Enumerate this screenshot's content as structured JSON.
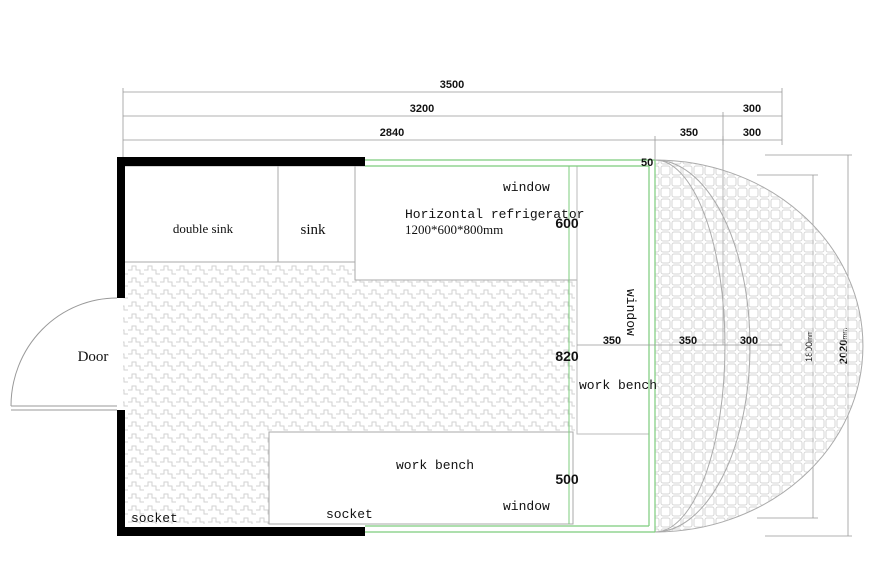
{
  "dimensions": {
    "total_width": "3500",
    "inner_width": "3200",
    "inner_extra": "300",
    "wall_length": "2840",
    "window_offset": "350",
    "window_extra": "300",
    "wall_thickness": "50",
    "side_offset_1": "350",
    "side_offset_2": "350",
    "side_offset_3": "300",
    "inner_height": "1800",
    "inner_height_unit": "mm",
    "total_height": "2020",
    "total_height_unit": "mm",
    "fridge_depth": "600",
    "aisle_width": "820",
    "bench_depth": "500"
  },
  "labels": {
    "door": "Door",
    "double_sink": "double sink",
    "sink": "sink",
    "refrigerator": "Horizontal refrigerator",
    "refrigerator_size": "1200*600*800mm",
    "window_top": "window",
    "window_side": "window",
    "window_bottom": "window",
    "work_bench_right": "work bench",
    "work_bench_bottom": "work bench",
    "socket_left": "socket",
    "socket_right": "socket"
  },
  "colors": {
    "wall": "#000000",
    "window_frame": "#7ccc7c",
    "line": "#999999",
    "tile_stroke": "#cfcfcf"
  }
}
